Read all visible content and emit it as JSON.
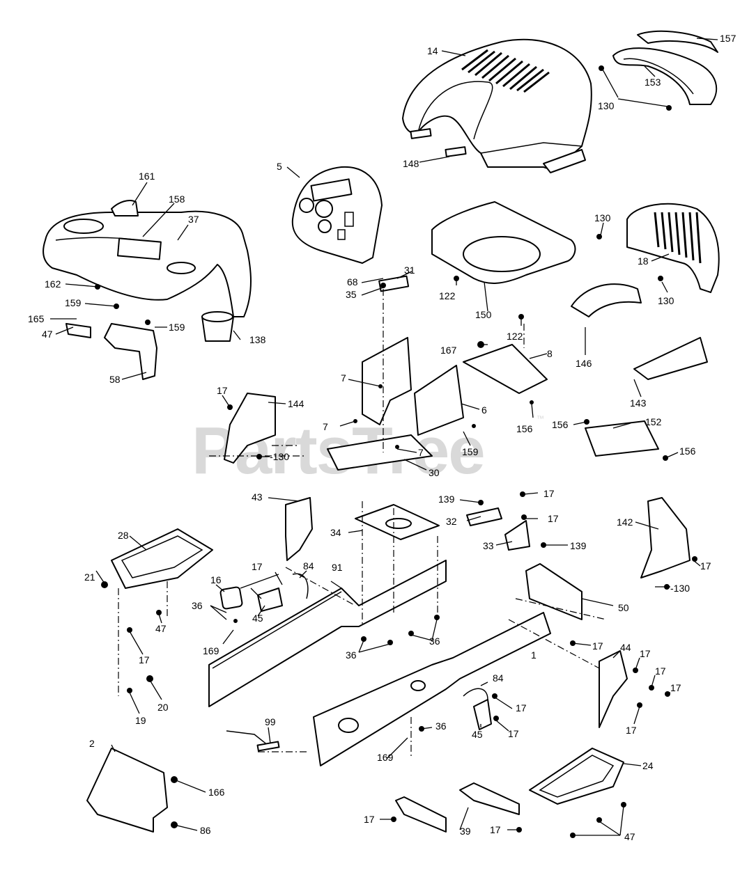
{
  "watermark": {
    "text": "PartsTree",
    "trademark": "™"
  },
  "colors": {
    "ink": "#000000",
    "paper": "#ffffff",
    "watermark": "#d9d9d9"
  },
  "callouts": {
    "c14": "14",
    "c157": "157",
    "c153": "153",
    "c130a": "130",
    "c148": "148",
    "c161": "161",
    "c158": "158",
    "c37": "37",
    "c5": "5",
    "c162": "162",
    "c159a": "159",
    "c165": "165",
    "c47a": "47",
    "c159b": "159",
    "c138": "138",
    "c58": "58",
    "c68": "68",
    "c35": "35",
    "c31": "31",
    "c122a": "122",
    "c150": "150",
    "c122b": "122",
    "c130b": "130",
    "c18": "18",
    "c130c": "130",
    "c146": "146",
    "c143": "143",
    "c167": "167",
    "c8": "8",
    "c7a": "7",
    "c6": "6",
    "c156a": "156",
    "c7b": "7",
    "c159c": "159",
    "c7c": "7",
    "c30": "30",
    "c17a": "17",
    "c144": "144",
    "c130d": "-130",
    "c156b": "156",
    "c152": "152",
    "c156c": "156",
    "c43": "43",
    "c139a": "139",
    "c17b": "17",
    "c32": "32",
    "c17c": "17",
    "c34": "34",
    "c33": "33",
    "c139b": "139",
    "c142": "142",
    "c17d": "17",
    "c130e": "-130",
    "c28": "28",
    "c21": "21",
    "c17e": "17",
    "c84a": "84",
    "c91": "91",
    "c16": "16",
    "c45a": "45",
    "c36a": "36",
    "c47b": "47",
    "c169a": "169",
    "c36b": "36",
    "c36c": "36",
    "c17f": "17",
    "c50": "50",
    "c17g": "17",
    "c1": "1",
    "c44": "44",
    "c17h": "17",
    "c17i": "17",
    "c17j": "17",
    "c17k": "17",
    "c20": "20",
    "c19": "19",
    "c84b": "84",
    "c17l": "17",
    "c45b": "45",
    "c17m": "17",
    "c99": "99",
    "c36d": "36",
    "c169b": "169",
    "c2": "2",
    "c166": "166",
    "c86": "86",
    "c24": "24",
    "c17n": "17",
    "c39": "39",
    "c17o": "17",
    "c47c": "47"
  }
}
